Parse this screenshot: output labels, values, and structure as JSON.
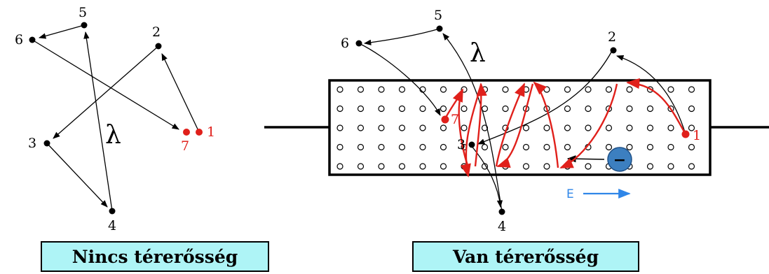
{
  "left_panel": {
    "caption": "Nincs térerősség",
    "points": [
      "1",
      "2",
      "3",
      "4",
      "5",
      "6",
      "7"
    ],
    "lambda": "λ"
  },
  "right_panel": {
    "caption": "Van térerősség",
    "points": [
      "1",
      "2",
      "3",
      "4",
      "5",
      "6",
      "7"
    ],
    "lambda": "λ",
    "field_label": "E",
    "electron_symbol": "−"
  },
  "colors": {
    "path": "#000000",
    "red_path": "#e0201b",
    "caption_bg": "#aef4f6",
    "field_arrow": "#2f86e8",
    "electron": "#3c7fc0"
  }
}
